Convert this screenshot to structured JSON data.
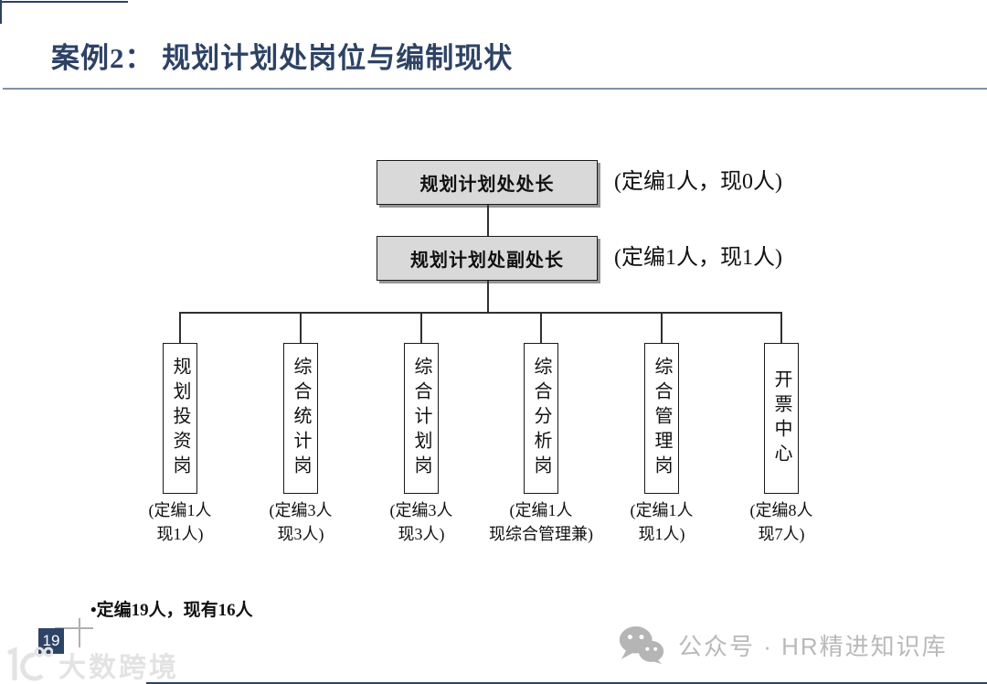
{
  "slide": {
    "title": "案例2： 规划计划处岗位与编制现状",
    "footnote": "•定编19人，现有16人",
    "page_number": "19"
  },
  "org": {
    "root": {
      "label": "规划计划处处长",
      "annotation": "(定编1人，现0人)"
    },
    "deputy": {
      "label": "规划计划处副处长",
      "annotation": "(定编1人，现1人)"
    },
    "positions": [
      {
        "label": "规划投资岗",
        "note_line1": "(定编1人",
        "note_line2": "现1人)"
      },
      {
        "label": "综合统计岗",
        "note_line1": "(定编3人",
        "note_line2": "现3人)"
      },
      {
        "label": "综合计划岗",
        "note_line1": "(定编3人",
        "note_line2": "现3人)"
      },
      {
        "label": "综合分析岗",
        "note_line1": "(定编1人",
        "note_line2": "现综合管理兼)"
      },
      {
        "label": "综合管理岗",
        "note_line1": "(定编1人",
        "note_line2": "现1人)"
      },
      {
        "label": "开票中心",
        "note_line1": "(定编8人",
        "note_line2": "现7人)"
      }
    ]
  },
  "watermark": {
    "text": "大数跨境",
    "icon": "dashukuajing-logo-icon"
  },
  "footer": {
    "text": "公众号 · HR精进知识库",
    "icon": "wechat-icon"
  },
  "colors": {
    "title_navy": "#2d4265",
    "separator_blue_gray": "#7e93a9",
    "box_fill_gray": "#d9d9d9",
    "line_black": "#303030",
    "footer_gray": "#b9b9b9",
    "watermark_gray": "#e3e3e3",
    "badge_navy": "#2e4466"
  }
}
